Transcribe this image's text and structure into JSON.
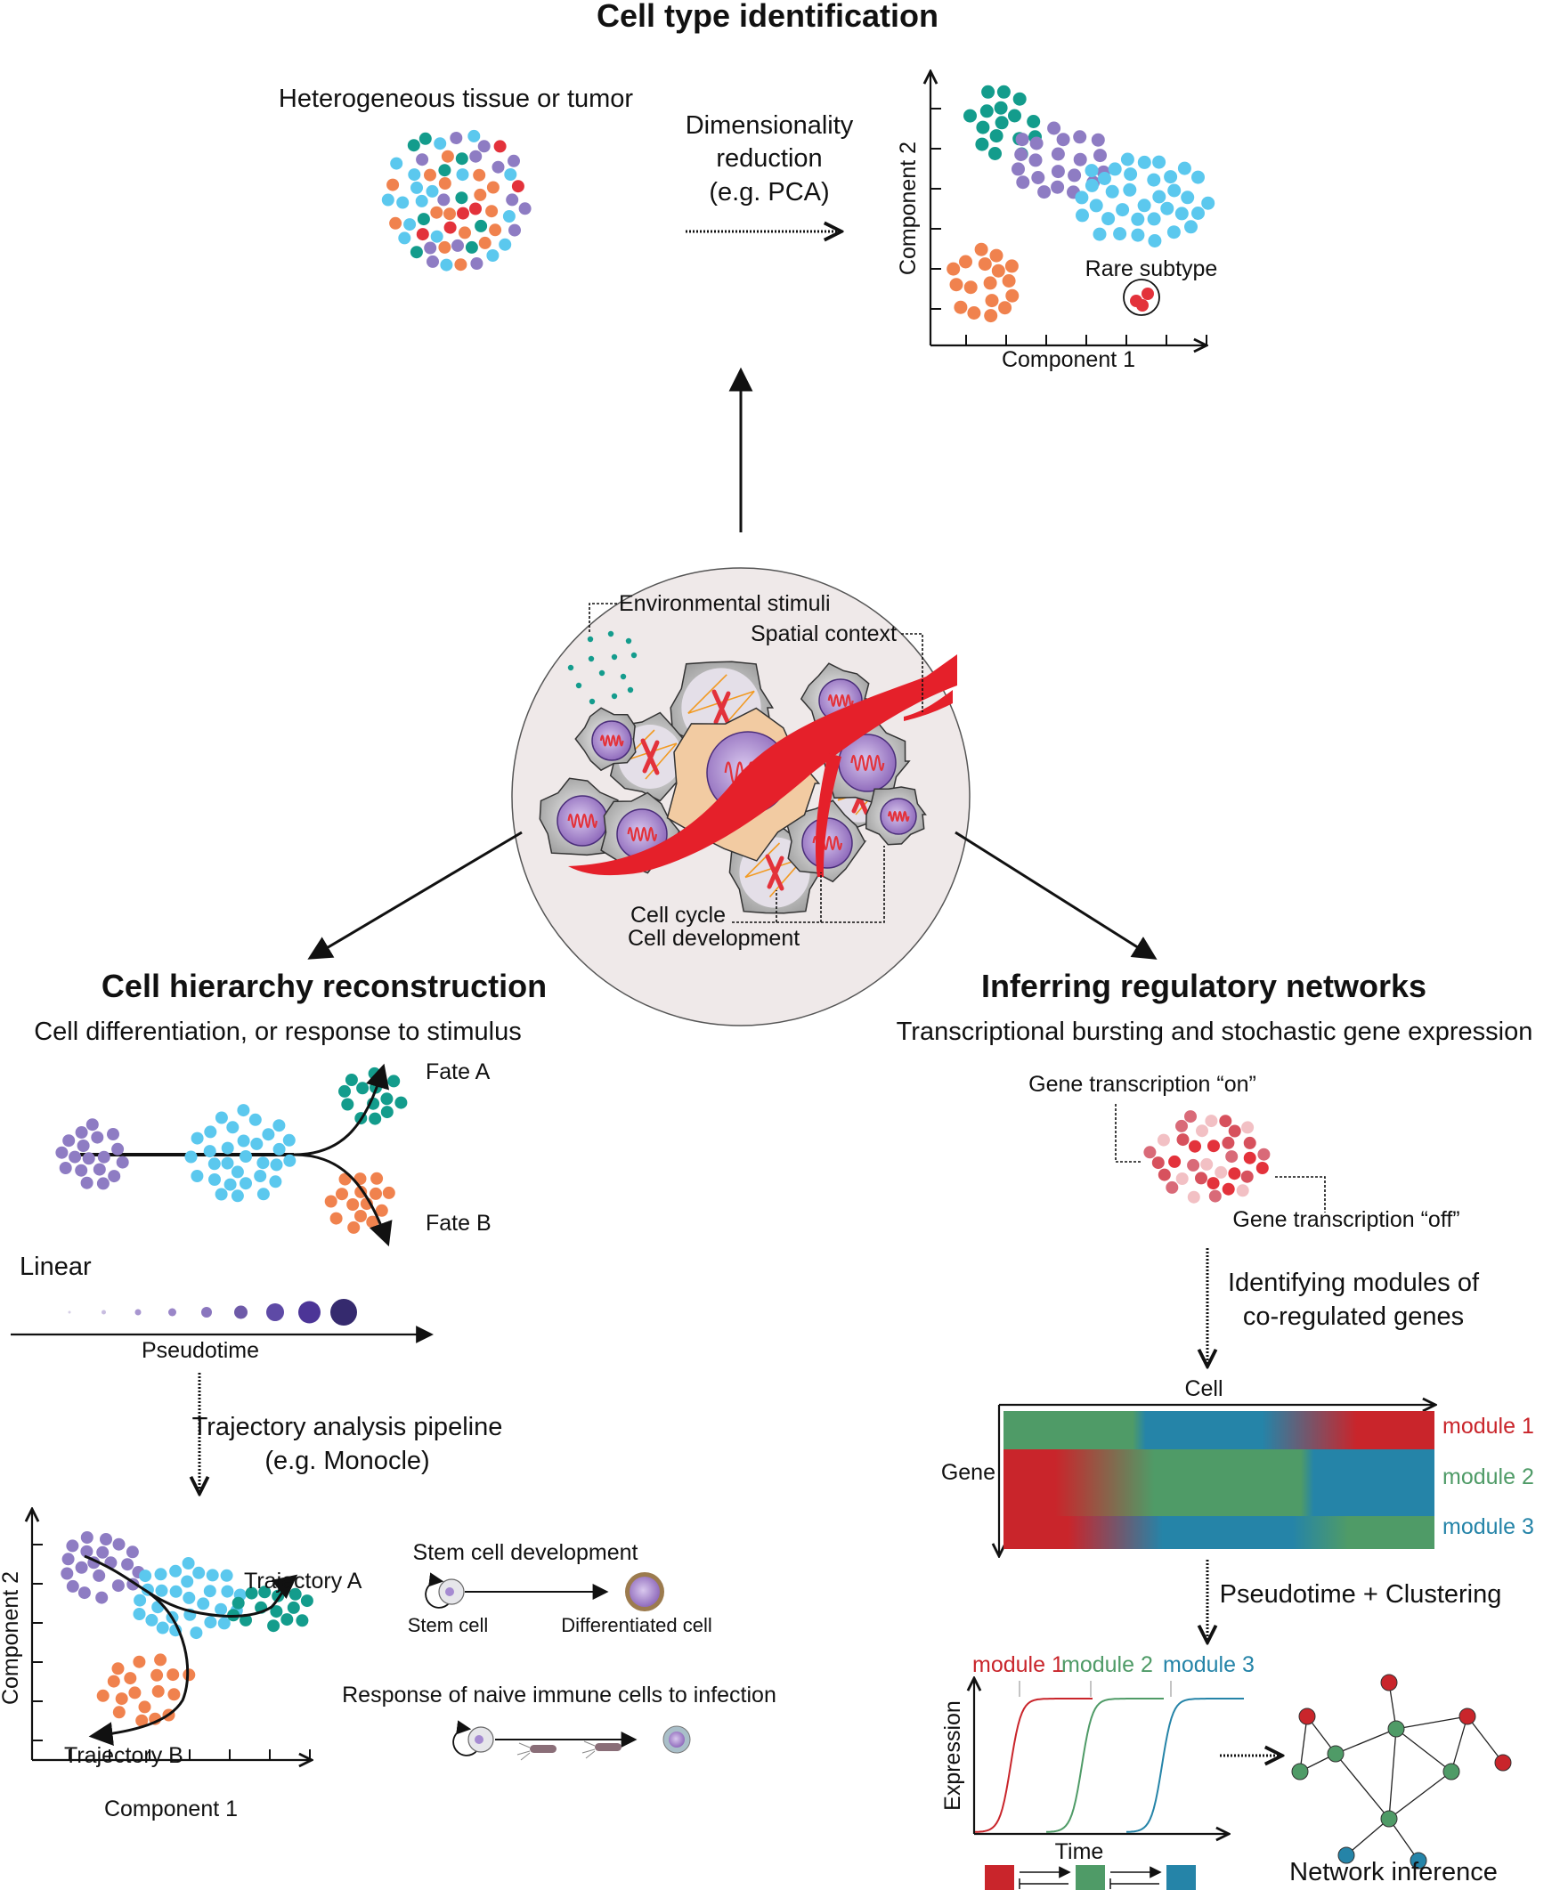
{
  "colors": {
    "purple": "#8e7cc3",
    "cyan": "#5bc8ee",
    "teal": "#139c8c",
    "orange": "#f0824e",
    "red": "#e3323b",
    "module1": "#c9252b",
    "module2": "#4f9b67",
    "module3": "#2584a8",
    "circle_bg": "#efe9e9"
  },
  "top": {
    "title": "Cell type identification",
    "tissue_label": "Heterogeneous tissue or tumor",
    "dim_reduction": [
      "Dimensionality",
      "reduction",
      "(e.g. PCA)"
    ],
    "pca_plot": {
      "xlabel": "Component 1",
      "ylabel": "Component 2",
      "rare_label": "Rare subtype"
    }
  },
  "center": {
    "environmental": "Environmental stimuli",
    "spatial": "Spatial context",
    "cell_cycle": "Cell cycle",
    "cell_development": "Cell development"
  },
  "left": {
    "title": "Cell hierarchy reconstruction",
    "subtitle": "Cell differentiation, or response to stimulus",
    "fate_a": "Fate A",
    "fate_b": "Fate B",
    "linear": "Linear",
    "pseudotime": "Pseudotime",
    "pipeline": [
      "Trajectory analysis pipeline",
      "(e.g. Monocle)"
    ],
    "traj_plot": {
      "xlabel": "Component 1",
      "ylabel": "Component 2",
      "traj_a": "Trajectory A",
      "traj_b": "Trajectory B"
    },
    "stem": {
      "title": "Stem cell development",
      "stem_label": "Stem cell",
      "diff_label": "Differentiated cell"
    },
    "immune": {
      "title": "Response of naive immune cells to infection"
    }
  },
  "right": {
    "title": "Inferring regulatory networks",
    "subtitle": "Transcriptional bursting and stochastic gene expression",
    "on_label": "Gene transcription “on”",
    "off_label": "Gene transcription “off”",
    "modules_step": [
      "Identifying modules of",
      "co-regulated genes"
    ],
    "heatmap": {
      "xlabel": "Cell",
      "ylabel": "Gene",
      "modules": [
        "module 1",
        "module 2",
        "module 3"
      ]
    },
    "clustering_step": "Pseudotime + Clustering",
    "expression_plot": {
      "xlabel": "Time",
      "ylabel": "Expression",
      "modules": [
        "module 1",
        "module 2",
        "module 3"
      ]
    },
    "network_label": "Network inference"
  }
}
